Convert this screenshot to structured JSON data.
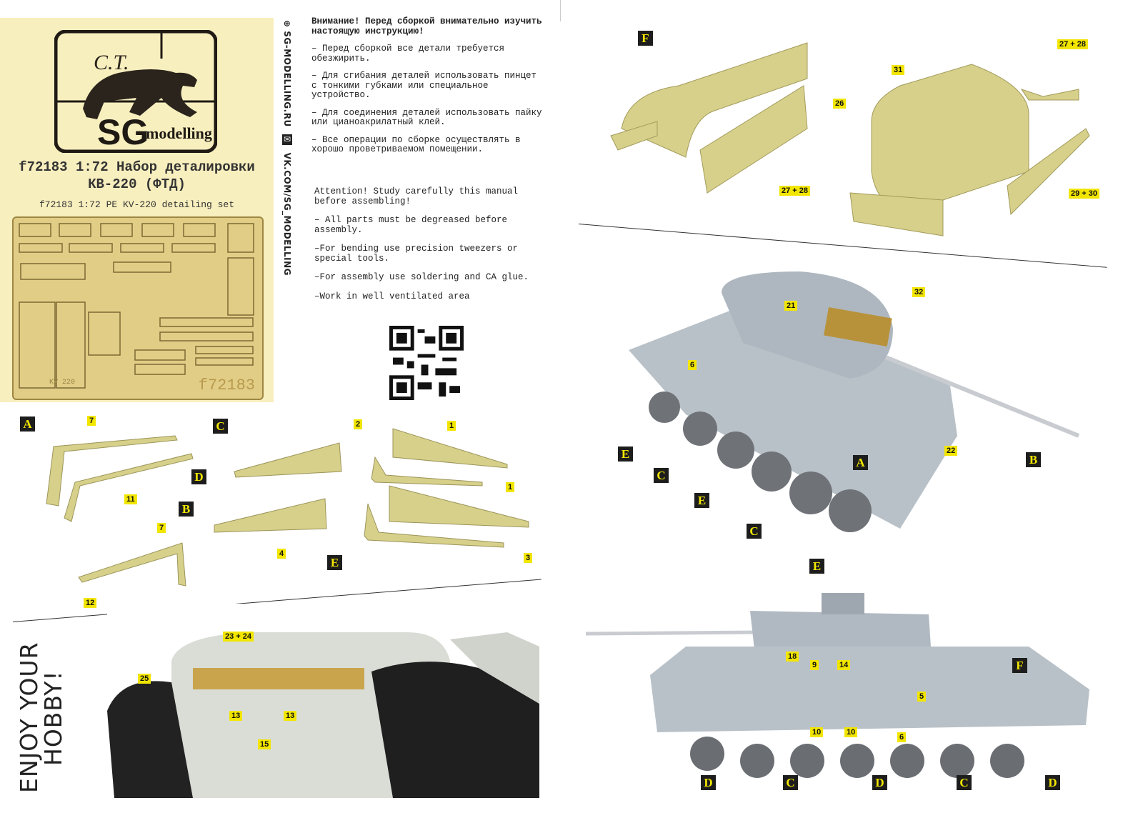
{
  "brand": {
    "logo_text": "SG modelling",
    "logo_monogram": "C.T."
  },
  "cover": {
    "title_ru": "f72183 1:72 Набор деталировки КВ-220 (ФТД)",
    "title_en": "f72183 1:72 PE KV-220 detailing set",
    "fret_code": "f72183",
    "fret_marking": "KV 220"
  },
  "links": {
    "website": "SG-MODELLING.RU",
    "vk": "VK.COM/SG_MODELLING"
  },
  "instructions_ru": {
    "heading": "Внимание! Перед сборкой внимательно изучить настоящую инструкцию!",
    "items": [
      "– Перед сборкой все детали требуется обезжирить.",
      "– Для сгибания деталей использовать пинцет с тонкими губками или специальное устройство.",
      "– Для соединения деталей использовать пайку или цианоакрилатный клей.",
      "– Все операции по сборке осуществлять в хорошо проветриваемом помещении."
    ]
  },
  "instructions_en": {
    "heading": "Attention! Study carefully this manual before assembling!",
    "items": [
      "– All parts must be degreased before assembly.",
      "–For bending use precision tweezers or special tools.",
      "–For assembly use soldering and CA glue.",
      "–Work in well ventilated area"
    ]
  },
  "parts_diagram": {
    "callouts": [
      "A",
      "7",
      "11",
      "C",
      "2",
      "1",
      "D",
      "1",
      "B",
      "7",
      "4",
      "E",
      "3",
      "12"
    ]
  },
  "rear_photo": {
    "callouts": [
      "23 + 24",
      "25",
      "13",
      "13",
      "15"
    ]
  },
  "engine_deck_diagram": {
    "callouts": [
      "F",
      "26",
      "31",
      "27 + 28",
      "27 + 28",
      "29 + 30"
    ]
  },
  "tank_photo_top": {
    "callouts": [
      "21",
      "32",
      "6",
      "E",
      "C",
      "E",
      "A",
      "22",
      "B",
      "C",
      "E"
    ]
  },
  "tank_photo_side": {
    "callouts": [
      "18",
      "9",
      "14",
      "F",
      "5",
      "10",
      "10",
      "6",
      "D",
      "C",
      "D",
      "C",
      "D"
    ]
  },
  "footer": {
    "slogan_line1": "ENJOY YOUR",
    "slogan_line2": "HOBBY!"
  },
  "colors": {
    "cover_bg": "#f8efbf",
    "brass": "#e2cd86",
    "part_tan": "#d6d08a",
    "tag_yellow": "#f2e600",
    "tag_black": "#1d1d1d",
    "model_grey": "#b9c1c8"
  }
}
